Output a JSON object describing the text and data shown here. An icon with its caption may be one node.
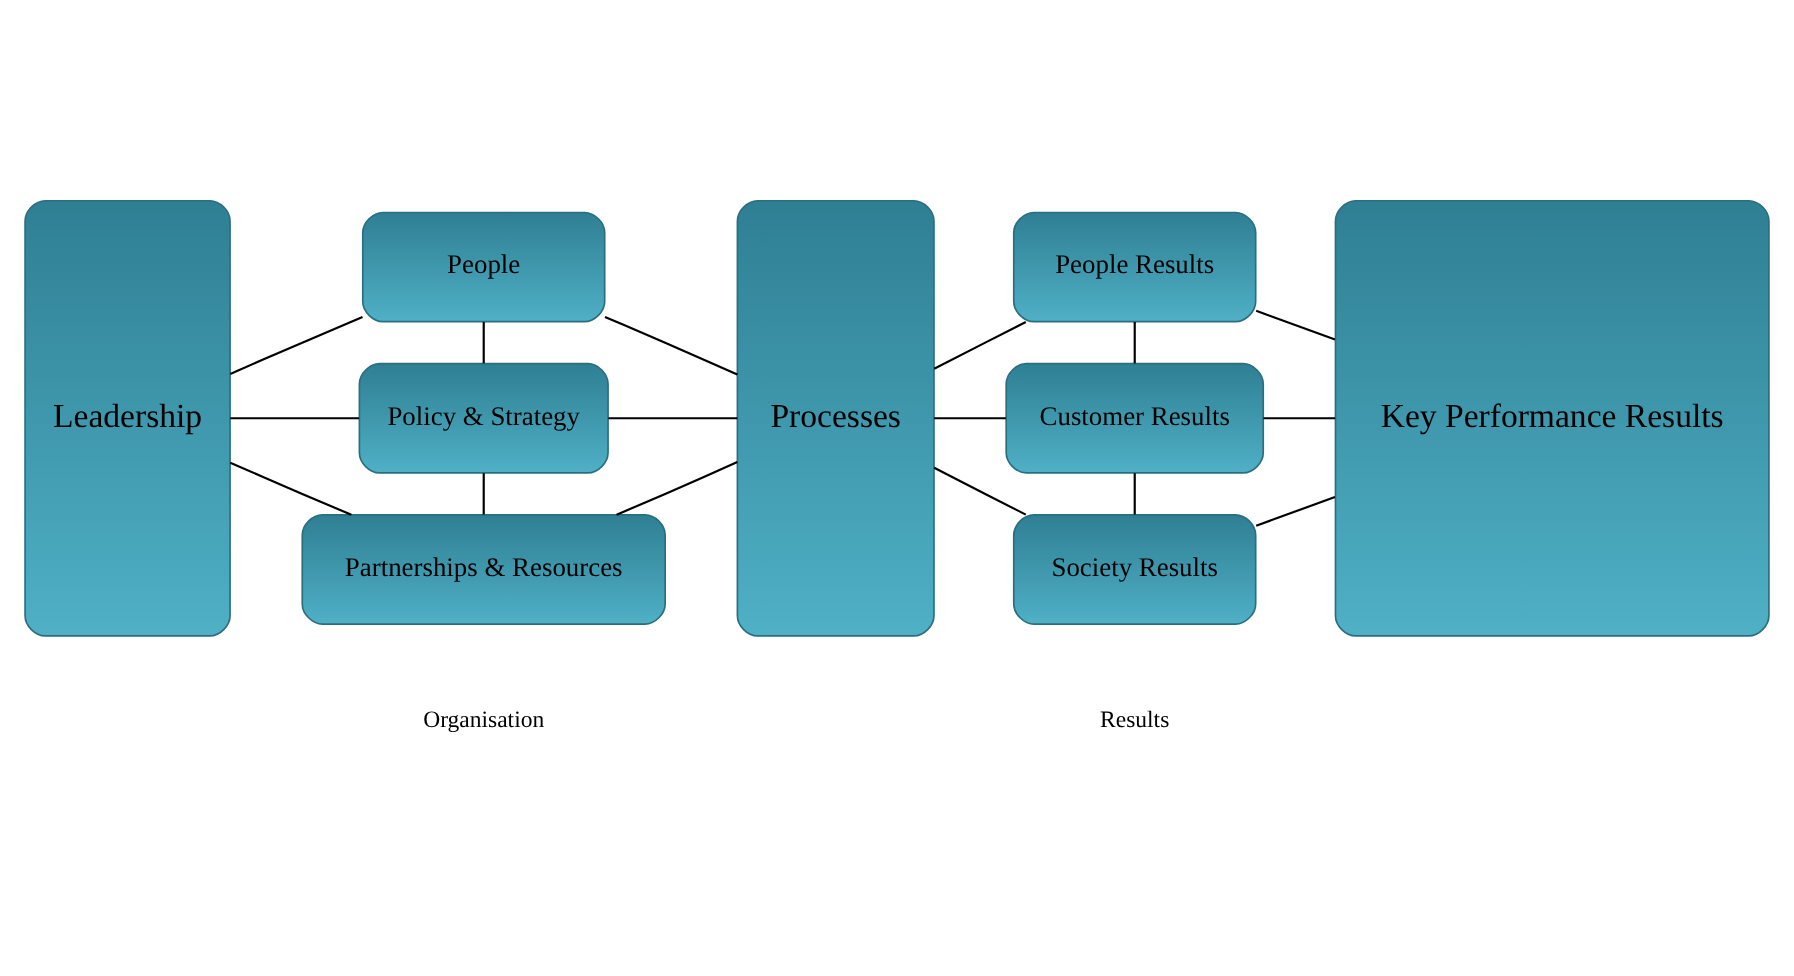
{
  "diagram": {
    "nodes": [
      {
        "text": [
          "Leadership"
        ]
      },
      {
        "text": [
          "People"
        ]
      },
      {
        "text": [
          "Policy & Strategy"
        ]
      },
      {
        "text": [
          "Partnerships & Resources"
        ]
      },
      {
        "text": [
          "Processes"
        ]
      },
      {
        "text": [
          "People Results"
        ]
      },
      {
        "text": [
          "Customer Results"
        ]
      },
      {
        "text": [
          "Society Results"
        ]
      },
      {
        "text": [
          "Key Performance Results"
        ]
      }
    ],
    "edges": [
      {
        "from": 0,
        "to": 1,
        "arrow": "none"
      },
      {
        "from": 0,
        "to": 2,
        "arrow": "none"
      },
      {
        "from": 0,
        "to": 3,
        "arrow": "none"
      },
      {
        "from": 1,
        "to": 2,
        "arrow": "none"
      },
      {
        "from": 2,
        "to": 3,
        "arrow": "none"
      },
      {
        "from": 1,
        "to": 4,
        "arrow": "none"
      },
      {
        "from": 2,
        "to": 4,
        "arrow": "none"
      },
      {
        "from": 3,
        "to": 4,
        "arrow": "none"
      },
      {
        "from": 4,
        "to": 5,
        "arrow": "none"
      },
      {
        "from": 4,
        "to": 6,
        "arrow": "none"
      },
      {
        "from": 4,
        "to": 7,
        "arrow": "none"
      },
      {
        "from": 5,
        "to": 6,
        "arrow": "none"
      },
      {
        "from": 6,
        "to": 7,
        "arrow": "none"
      },
      {
        "from": 5,
        "to": 8,
        "arrow": "none"
      },
      {
        "from": 6,
        "to": 8,
        "arrow": "none"
      },
      {
        "from": 7,
        "to": 8,
        "arrow": "none"
      }
    ],
    "labels": [
      "Organisation",
      "Results"
    ]
  }
}
